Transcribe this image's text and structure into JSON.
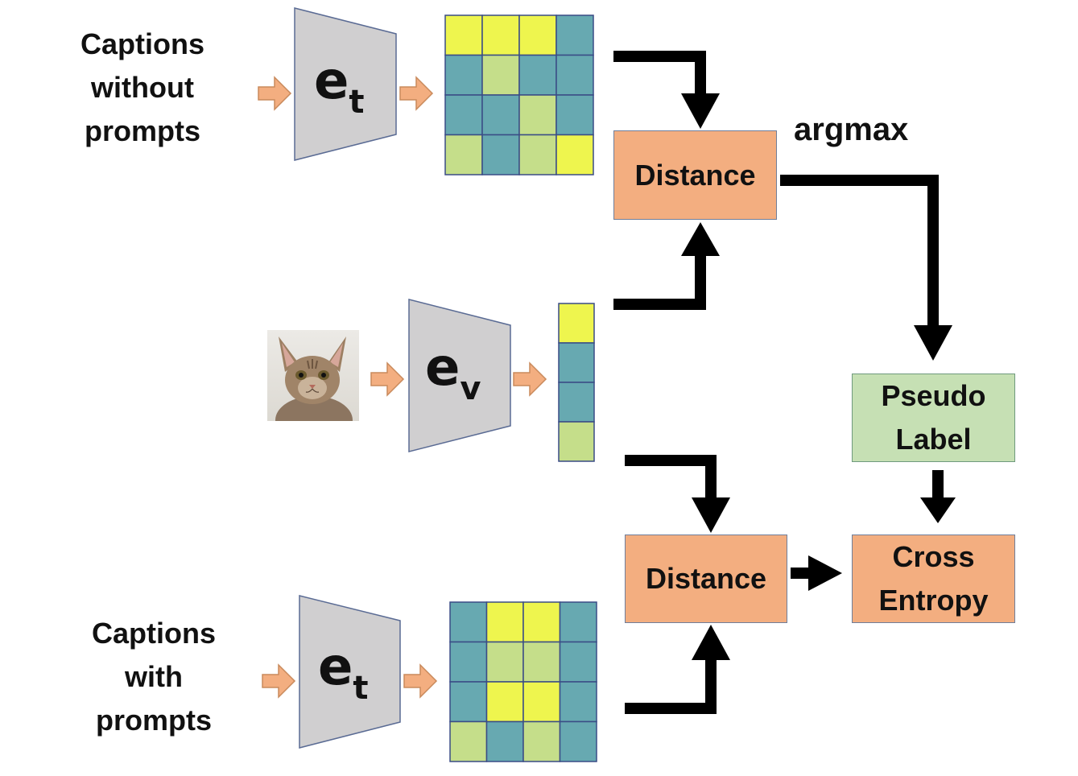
{
  "top_caption": {
    "line1": "Captions",
    "line2": "without",
    "line3": "prompts"
  },
  "bottom_caption": {
    "line1": "Captions",
    "line2": "with",
    "line3": "prompts"
  },
  "encoder_text_top": {
    "base": "e",
    "sub": "t"
  },
  "encoder_vision": {
    "base": "e",
    "sub": "v"
  },
  "encoder_text_bottom": {
    "base": "e",
    "sub": "t"
  },
  "distance_top": "Distance",
  "distance_bottom": "Distance",
  "argmax_label": "argmax",
  "pseudo_label": {
    "line1": "Pseudo",
    "line2": "Label"
  },
  "cross_entropy": {
    "line1": "Cross",
    "line2": "Entropy"
  },
  "colors": {
    "yellow": "#eef54e",
    "teal": "#67a9b1",
    "lightgreen": "#c5de8a",
    "orange": "#f3ae80",
    "green_box": "#c6e0b4",
    "encoder": "#d0cfd0"
  },
  "top_matrix": [
    [
      "yellow",
      "yellow",
      "yellow",
      "teal"
    ],
    [
      "teal",
      "lightgreen",
      "teal",
      "teal"
    ],
    [
      "teal",
      "teal",
      "lightgreen",
      "teal"
    ],
    [
      "lightgreen",
      "teal",
      "lightgreen",
      "yellow"
    ]
  ],
  "image_vector": [
    "yellow",
    "teal",
    "teal",
    "lightgreen"
  ],
  "bottom_matrix": [
    [
      "teal",
      "yellow",
      "yellow",
      "teal"
    ],
    [
      "teal",
      "lightgreen",
      "lightgreen",
      "teal"
    ],
    [
      "teal",
      "yellow",
      "yellow",
      "teal"
    ],
    [
      "lightgreen",
      "teal",
      "lightgreen",
      "teal"
    ]
  ]
}
